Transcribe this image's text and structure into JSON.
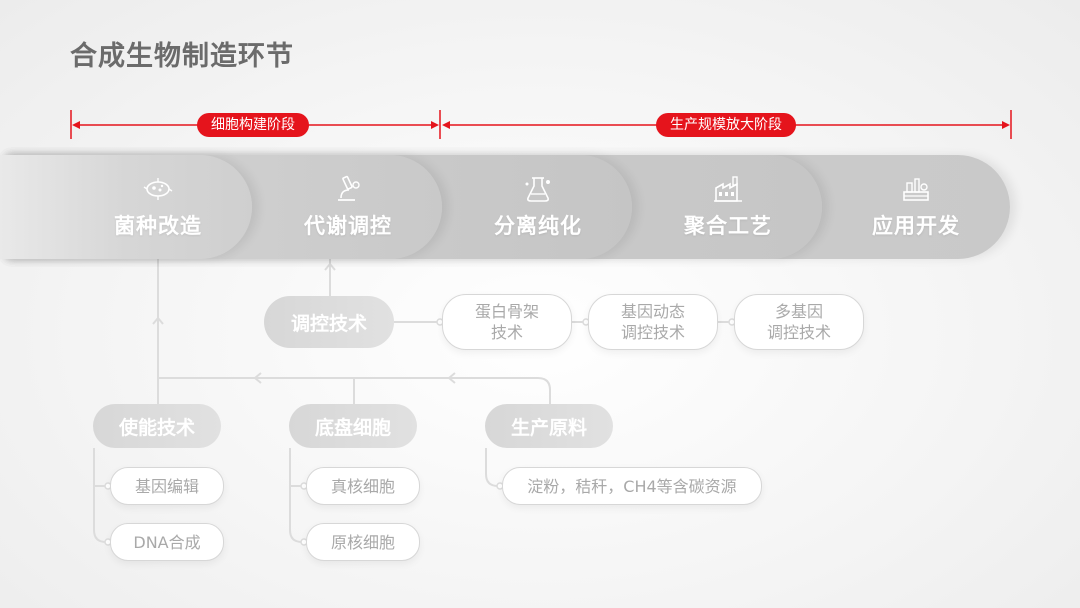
{
  "title": "合成生物制造环节",
  "phases": [
    {
      "label": "细胞构建阶段"
    },
    {
      "label": "生产规模放大阶段"
    }
  ],
  "stages": [
    {
      "label": "菌种改造",
      "icon": "bacteria-icon"
    },
    {
      "label": "代谢调控",
      "icon": "microscope-icon"
    },
    {
      "label": "分离纯化",
      "icon": "lab-flask-icon"
    },
    {
      "label": "聚合工艺",
      "icon": "factory-icon"
    },
    {
      "label": "应用开发",
      "icon": "lab-bench-icon"
    }
  ],
  "regulation": {
    "label": "调控技术",
    "items": [
      {
        "line1": "蛋白骨架",
        "line2": "技术"
      },
      {
        "line1": "基因动态",
        "line2": "调控技术"
      },
      {
        "line1": "多基因",
        "line2": "调控技术"
      }
    ]
  },
  "enabling": {
    "label": "使能技术",
    "items": [
      "基因编辑",
      "DNA合成"
    ]
  },
  "chassis": {
    "label": "底盘细胞",
    "items": [
      "真核细胞",
      "原核细胞"
    ]
  },
  "materials": {
    "label": "生产原料",
    "items": [
      "淀粉，秸秆，CH4等含碳资源"
    ]
  },
  "colors": {
    "accent": "#e5141c",
    "stage_light": "#d9d9d9",
    "stage_dark": "#b9b9b9"
  }
}
